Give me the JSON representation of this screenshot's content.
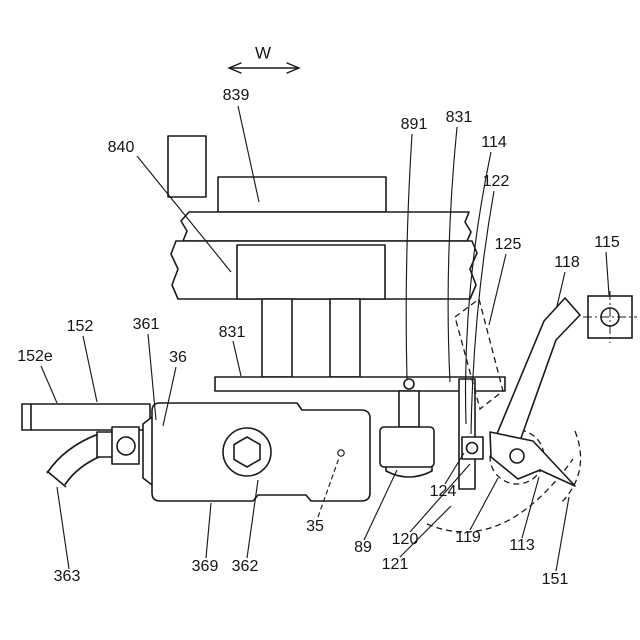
{
  "figure": {
    "background_color": "#ffffff",
    "line_color": "#1a1a1a",
    "direction_indicator": {
      "label": "W",
      "arrow": "double-headed-horizontal"
    },
    "labels": {
      "n839": "839",
      "n840": "840",
      "n891": "891",
      "n831_top": "831",
      "n114": "114",
      "n122": "122",
      "n125": "125",
      "n118": "118",
      "n115": "115",
      "n152": "152",
      "n361": "361",
      "n36": "36",
      "n831_mid": "831",
      "n152e": "152e",
      "n35": "35",
      "n89": "89",
      "n124": "124",
      "n120": "120",
      "n119": "119",
      "n113": "113",
      "n121": "121",
      "n151": "151",
      "n363": "363",
      "n369": "369",
      "n362": "362"
    }
  }
}
